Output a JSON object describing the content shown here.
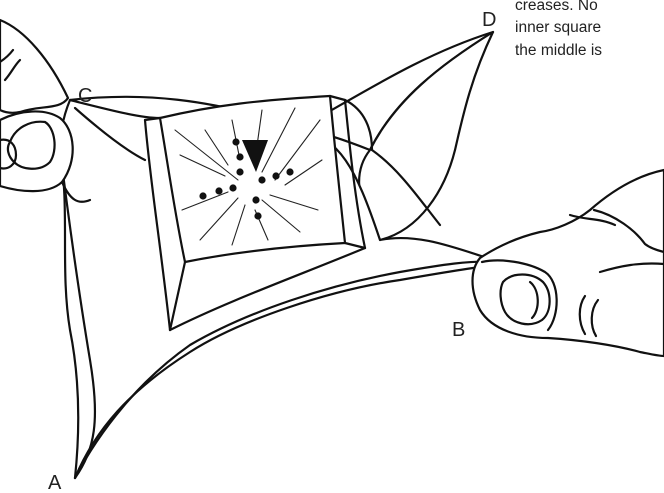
{
  "caption": {
    "lines": [
      "creases. No",
      "inner square",
      "the middle is"
    ]
  },
  "labels": {
    "a": "A",
    "b": "B",
    "c": "C",
    "d": "D"
  },
  "colors": {
    "ink": "#111111",
    "paper": "#ffffff"
  }
}
